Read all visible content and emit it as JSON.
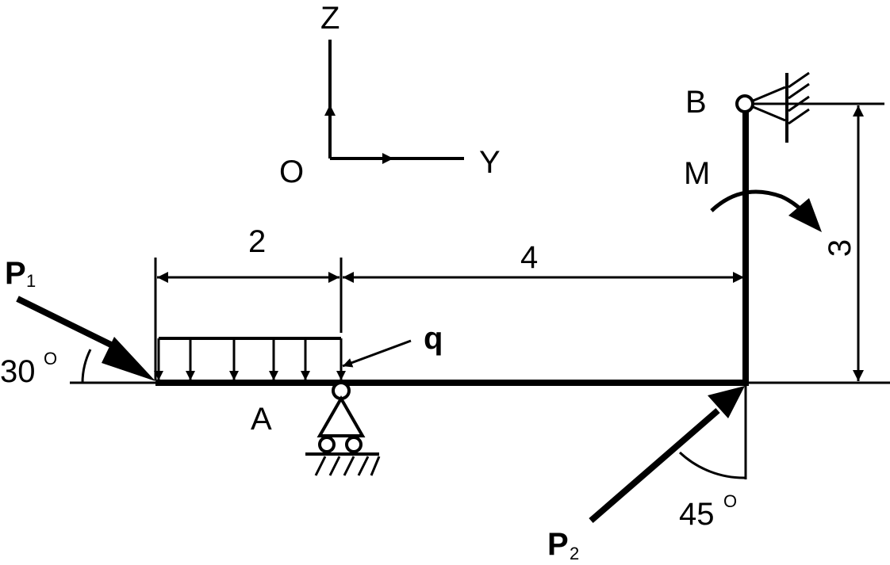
{
  "axes": {
    "z_label": "Z",
    "y_label": "Y",
    "origin_label": "O"
  },
  "points": {
    "a_label": "A",
    "b_label": "B"
  },
  "loads": {
    "p1_main": "P",
    "p1_sub": "1",
    "p2_main": "P",
    "p2_sub": "2",
    "q_label": "q",
    "m_label": "M"
  },
  "dimensions": {
    "dim_2": "2",
    "dim_4": "4",
    "dim_3": "3"
  },
  "angles": {
    "angle_30": "30",
    "angle_45": "45",
    "degree_mark": "O"
  },
  "colors": {
    "ink": "#000000",
    "background": "#ffffff"
  }
}
